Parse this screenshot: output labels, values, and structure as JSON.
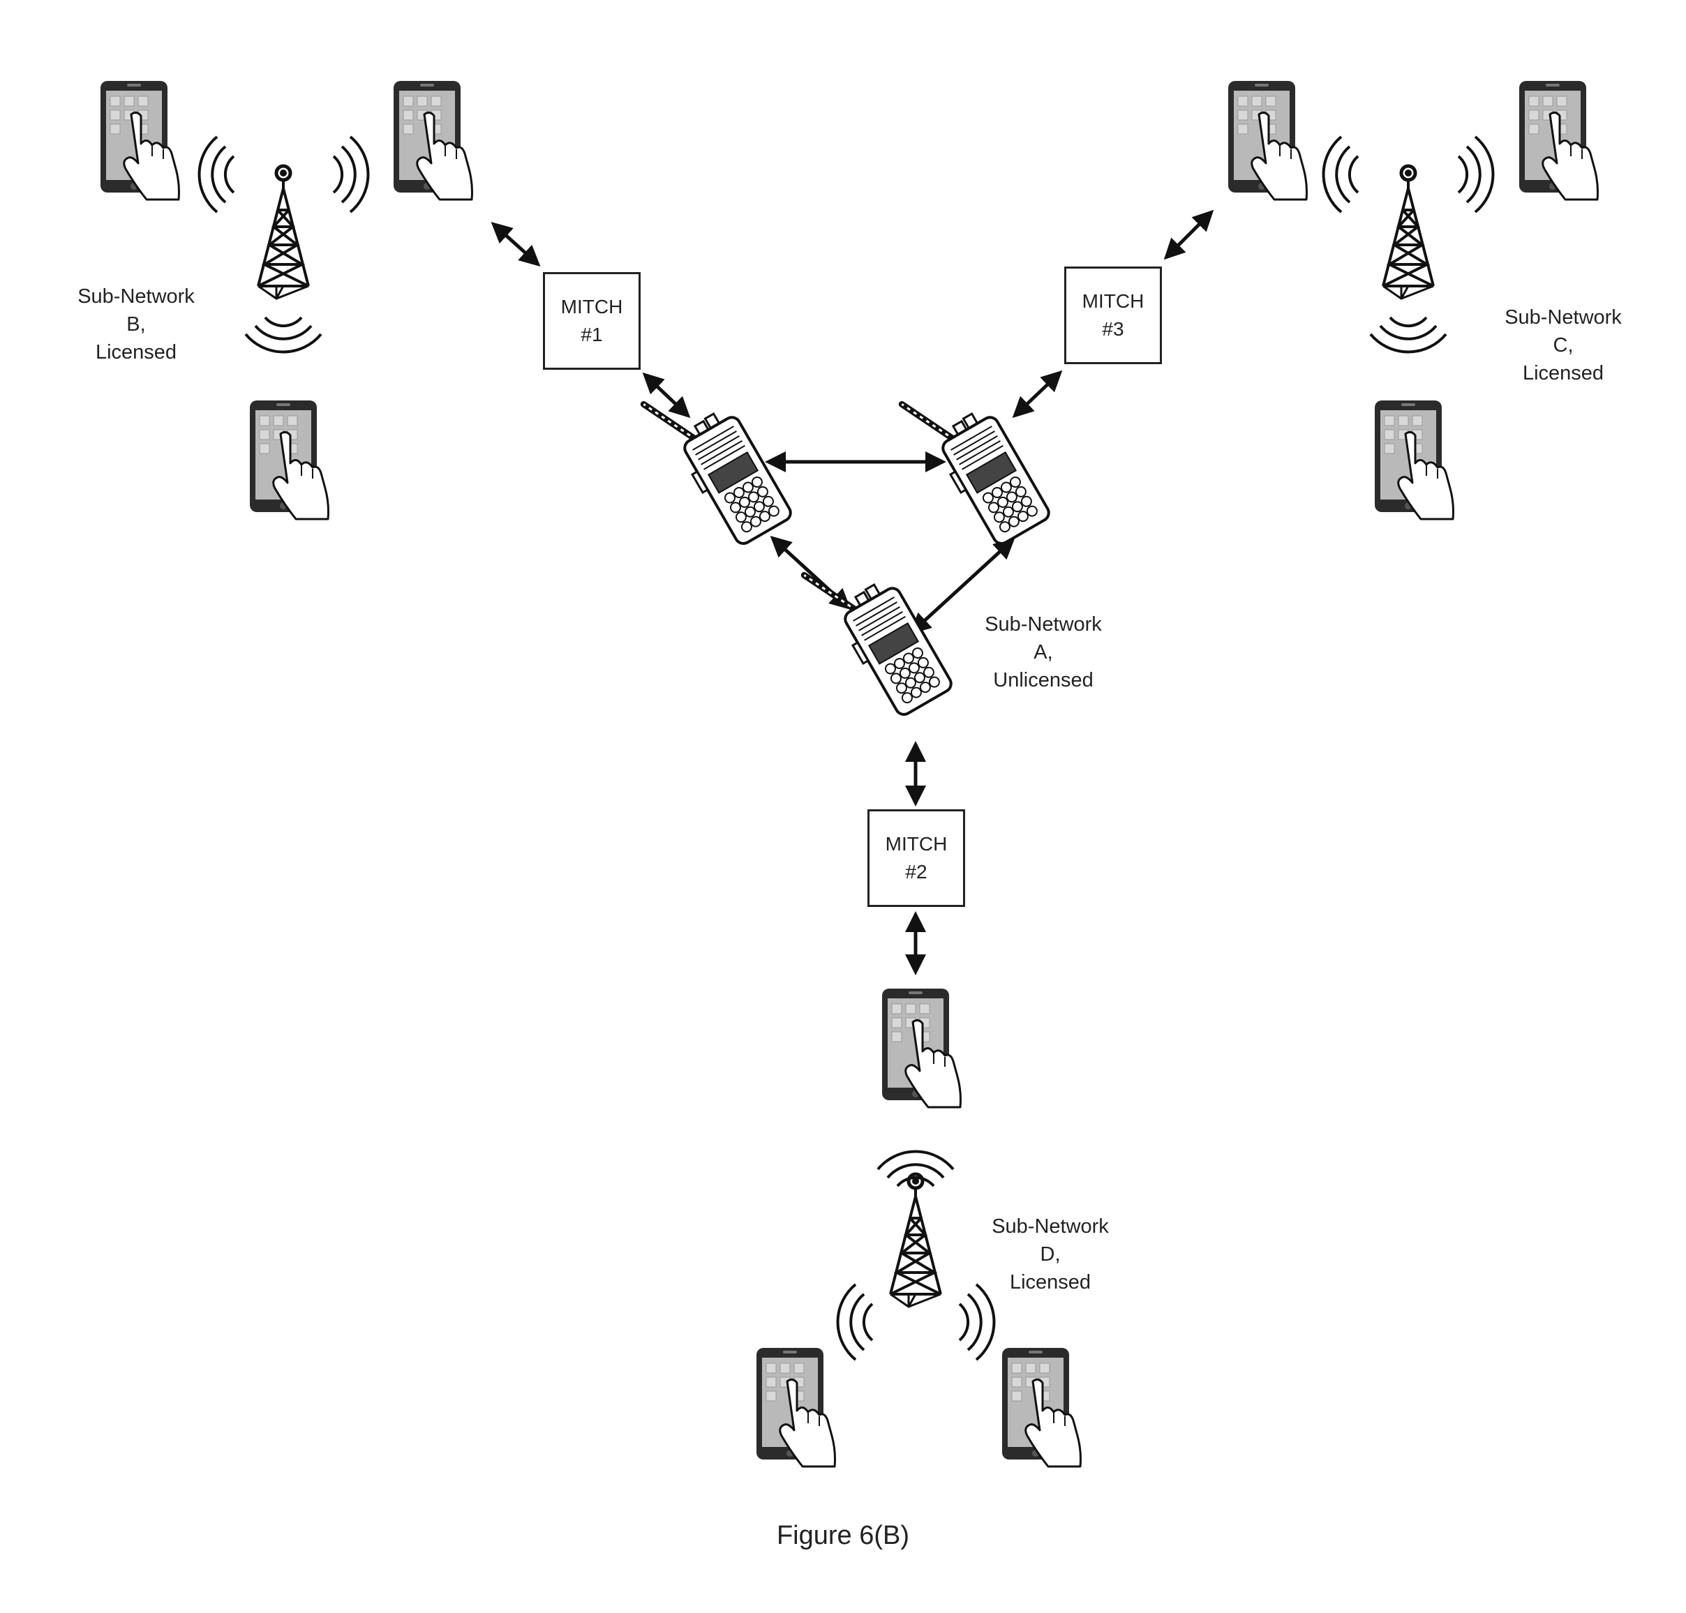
{
  "mitch_nodes": [
    {
      "id": "mitch1",
      "line1": "MITCH",
      "line2": "#1"
    },
    {
      "id": "mitch2",
      "line1": "MITCH",
      "line2": "#2"
    },
    {
      "id": "mitch3",
      "line1": "MITCH",
      "line2": "#3"
    }
  ],
  "subnetworks": {
    "a": {
      "line1": "Sub-Network",
      "line2": "A,",
      "line3": "Unlicensed"
    },
    "b": {
      "line1": "Sub-Network",
      "line2": "B,",
      "line3": "Licensed"
    },
    "c": {
      "line1": "Sub-Network",
      "line2": "C,",
      "line3": "Licensed"
    },
    "d": {
      "line1": "Sub-Network",
      "line2": "D,",
      "line3": "Licensed"
    }
  },
  "caption": "Figure 6(B)",
  "icons": {
    "phone": "smartphone-touch-icon",
    "tower": "cell-tower-icon",
    "radio": "handheld-radio-icon"
  }
}
